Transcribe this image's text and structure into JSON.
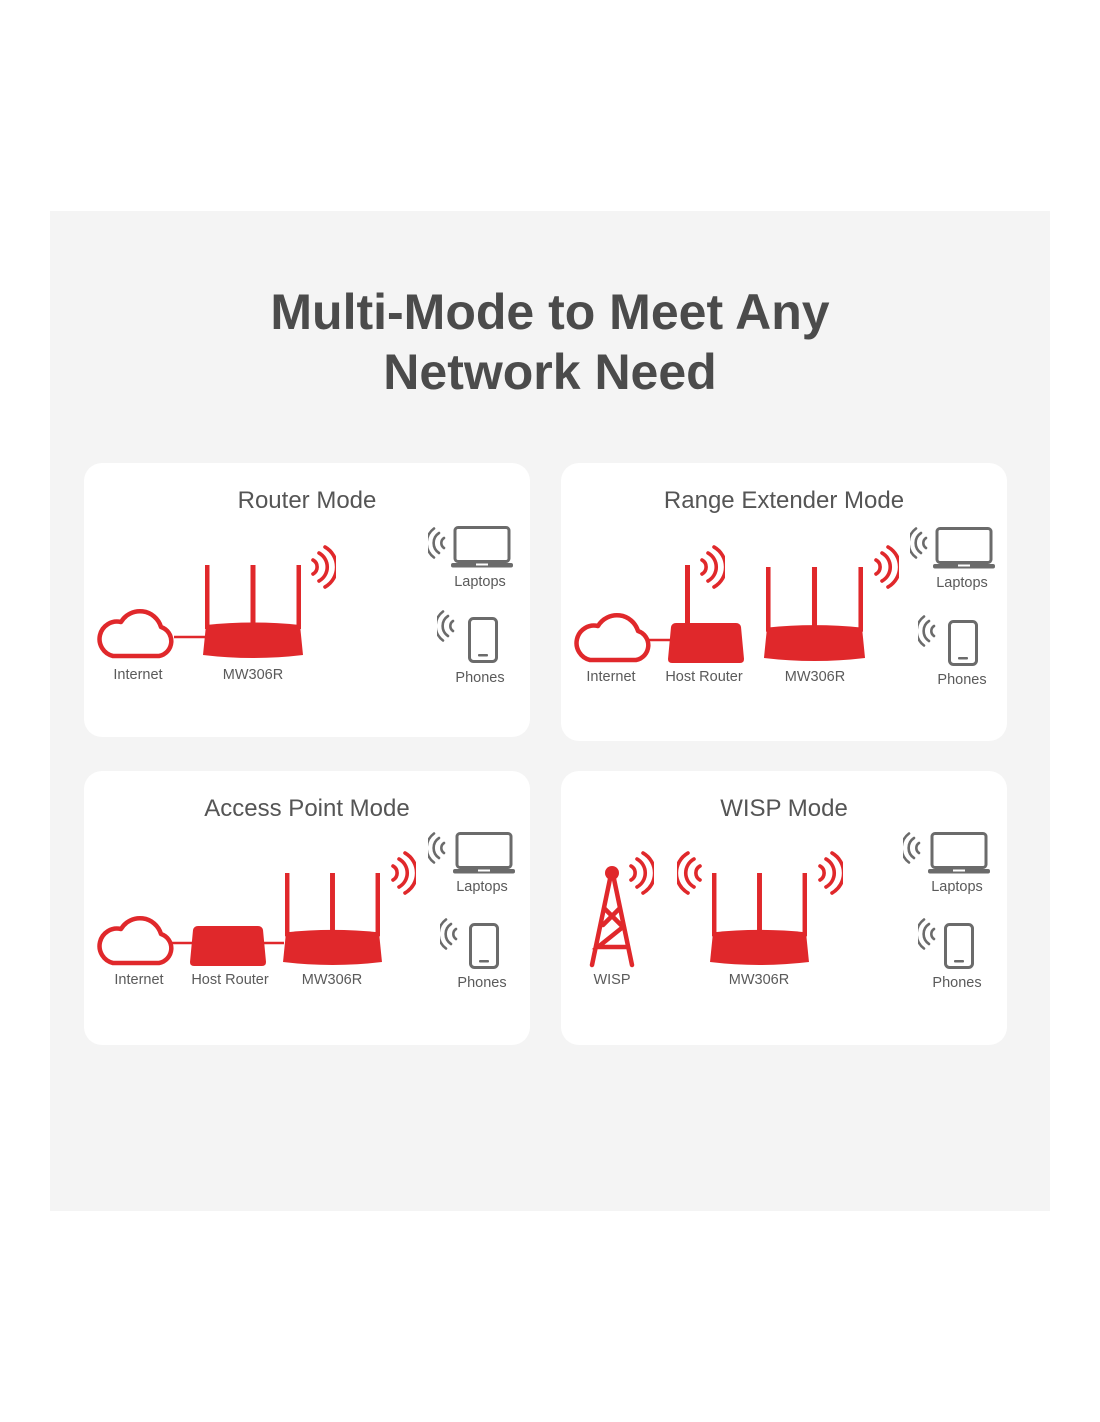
{
  "title": {
    "line1": "Multi-Mode to Meet Any",
    "line2": "Network Need"
  },
  "colors": {
    "accent": "#e0282b",
    "device_gray": "#6b6b6b",
    "panel": "#f4f4f4"
  },
  "cards": [
    {
      "title": "Router Mode",
      "labels": {
        "internet": "Internet",
        "device": "MW306R",
        "laptops": "Laptops",
        "phones": "Phones"
      }
    },
    {
      "title": "Range Extender Mode",
      "labels": {
        "internet": "Internet",
        "host": "Host Router",
        "device": "MW306R",
        "laptops": "Laptops",
        "phones": "Phones"
      }
    },
    {
      "title": "Access Point Mode",
      "labels": {
        "internet": "Internet",
        "host": "Host Router",
        "device": "MW306R",
        "laptops": "Laptops",
        "phones": "Phones"
      }
    },
    {
      "title": "WISP Mode",
      "labels": {
        "wisp": "WISP",
        "device": "MW306R",
        "laptops": "Laptops",
        "phones": "Phones"
      }
    }
  ]
}
